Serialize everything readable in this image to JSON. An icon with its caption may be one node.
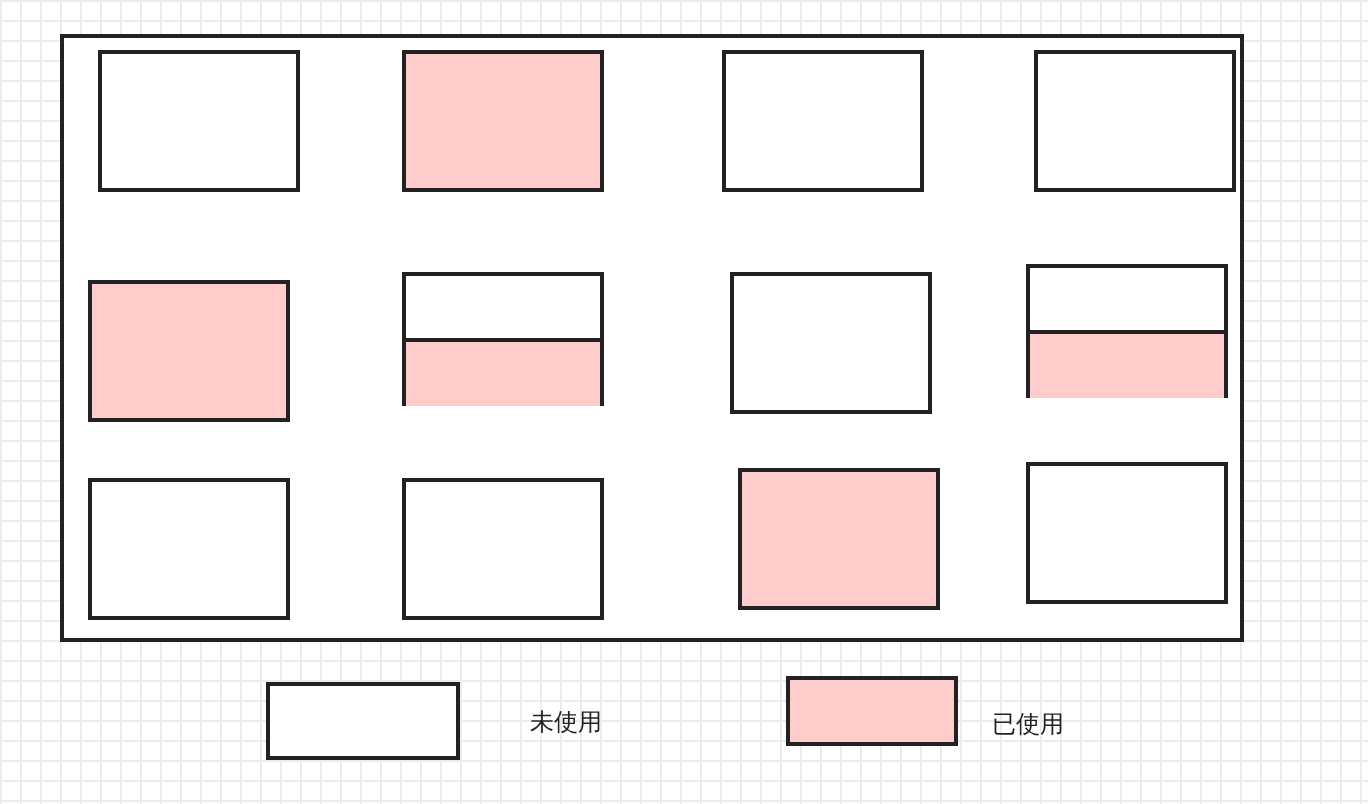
{
  "diagram": {
    "nodes": [
      {
        "text": [],
        "shape": "box"
      },
      {
        "text": [],
        "shape": "box",
        "in": 0
      },
      {
        "text": [],
        "shape": "box",
        "in": 0
      },
      {
        "text": [],
        "shape": "box",
        "in": 0
      },
      {
        "text": [],
        "shape": "box",
        "in": 0
      },
      {
        "text": [],
        "shape": "box",
        "in": 0
      },
      {
        "text": [],
        "shape": "box",
        "in": 0
      },
      {
        "text": [],
        "shape": "box",
        "in": 6
      },
      {
        "text": [],
        "shape": "box",
        "in": 0
      },
      {
        "text": [],
        "shape": "box",
        "in": 0
      },
      {
        "text": [],
        "shape": "box",
        "in": 9
      },
      {
        "text": [],
        "shape": "box",
        "in": 0
      },
      {
        "text": [],
        "shape": "box",
        "in": 0
      },
      {
        "text": [],
        "shape": "box",
        "in": 0
      },
      {
        "text": [],
        "shape": "box",
        "in": 0
      }
    ],
    "legend": [
      {
        "text": "未使用",
        "color": "#ffffff"
      },
      {
        "text": "已使用",
        "color": "#ffcccc"
      }
    ]
  }
}
